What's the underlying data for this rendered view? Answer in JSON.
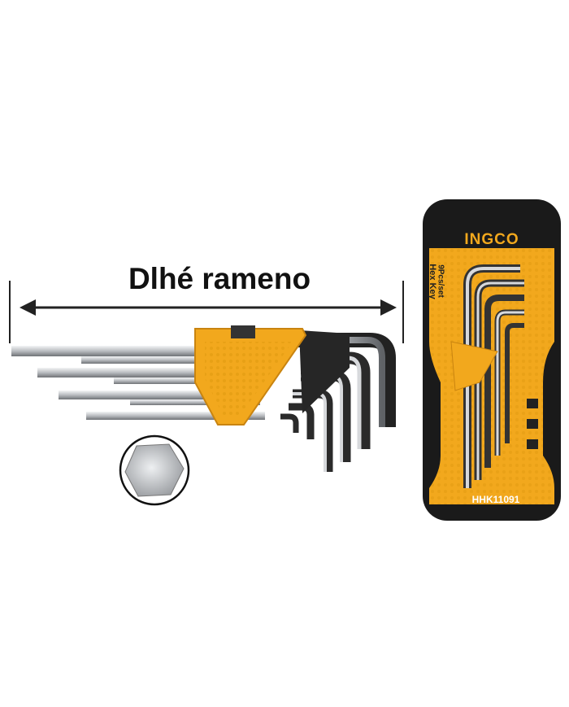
{
  "annotation": {
    "label": "Dlhé rameno"
  },
  "package": {
    "brand": "INGCO",
    "pieces": "9Pcs/set",
    "product": "Hex Key",
    "model": "HHK11091"
  },
  "colors": {
    "brand_yellow": "#f2a81d",
    "dark": "#1d1d1d",
    "steel": "#c9ccd0"
  }
}
